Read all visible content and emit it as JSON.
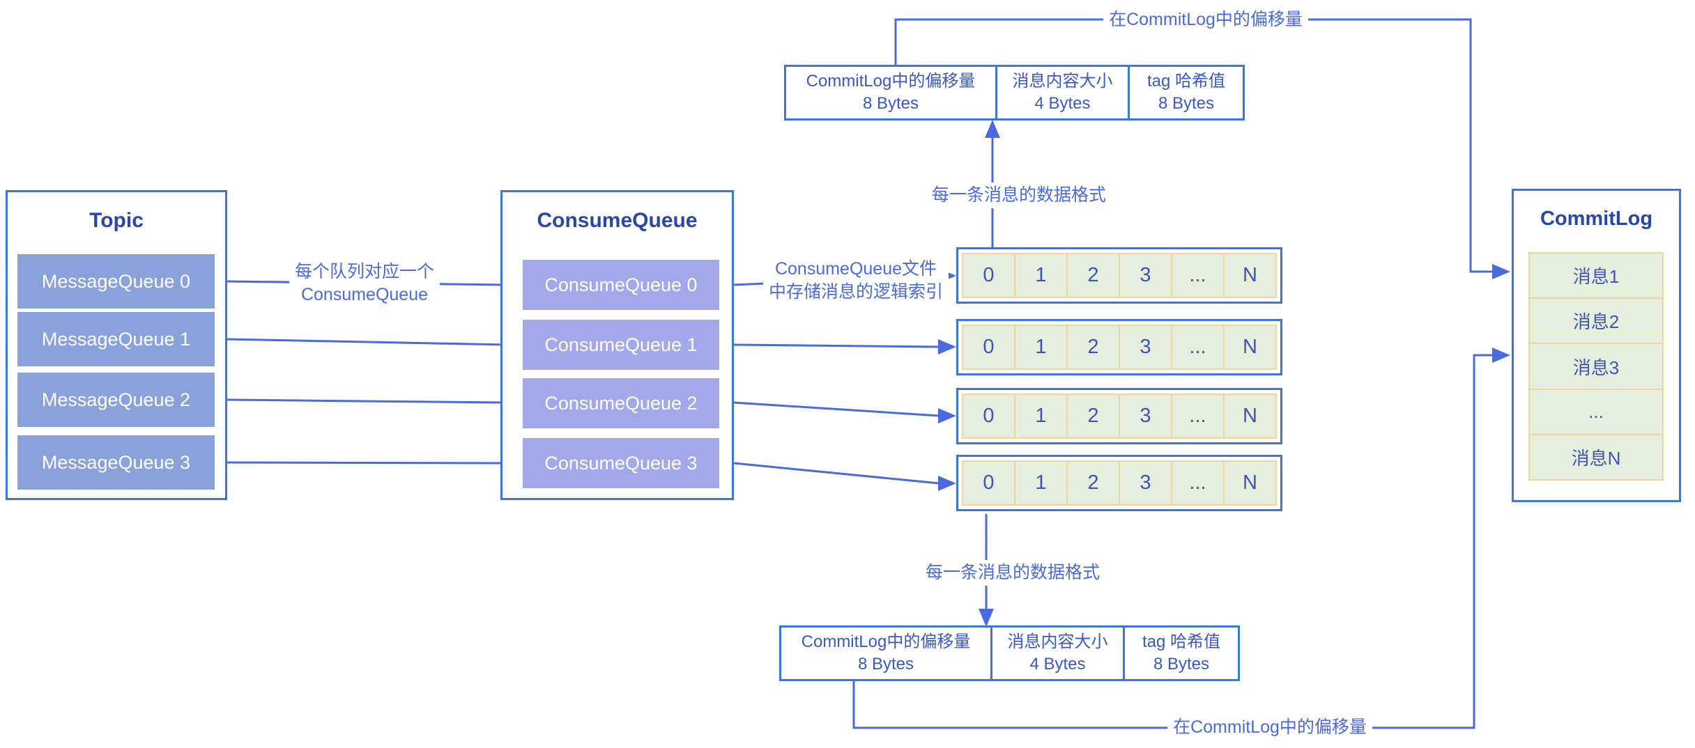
{
  "topic": {
    "title": "Topic",
    "rows": [
      "MessageQueue 0",
      "MessageQueue 1",
      "MessageQueue 2",
      "MessageQueue 3"
    ]
  },
  "consume_queue": {
    "title": "ConsumeQueue",
    "rows": [
      "ConsumeQueue 0",
      "ConsumeQueue 1",
      "ConsumeQueue 2",
      "ConsumeQueue 3"
    ]
  },
  "index_rows": {
    "count": 4,
    "cells": [
      "0",
      "1",
      "2",
      "3",
      "...",
      "N"
    ]
  },
  "commit_log": {
    "title": "CommitLog",
    "rows": [
      "消息1",
      "消息2",
      "消息3",
      "...",
      "消息N"
    ]
  },
  "format_table": {
    "cells": [
      {
        "name": "CommitLog中的偏移量",
        "size": "8 Bytes"
      },
      {
        "name": "消息内容大小",
        "size": "4 Bytes"
      },
      {
        "name": "tag 哈希值",
        "size": "8 Bytes"
      }
    ]
  },
  "labels": {
    "queue_mapping_line1": "每个队列对应一个",
    "queue_mapping_line2": "ConsumeQueue",
    "logical_index_line1": "ConsumeQueue文件",
    "logical_index_line2": "中存储消息的逻辑索引",
    "message_format_top": "每一条消息的数据格式",
    "message_format_bottom": "每一条消息的数据格式",
    "commitlog_offset_top": "在CommitLog中的偏移量",
    "commitlog_offset_bottom": "在CommitLog中的偏移量"
  },
  "colors": {
    "box_border": "#3B76D9",
    "connector": "#4A6BE0",
    "title_text": "#2847A6",
    "label_text": "#4A6BE0",
    "table_text": "#3A58C6",
    "topic_row_fill": "#8AA2DB",
    "consume_row_fill": "#A2A8E9",
    "green_cell_fill": "#E6EFDE",
    "tan_cell_border": "#EFD79A",
    "cell_text": "#3D55B8",
    "row_text": "#FFFFFF"
  }
}
